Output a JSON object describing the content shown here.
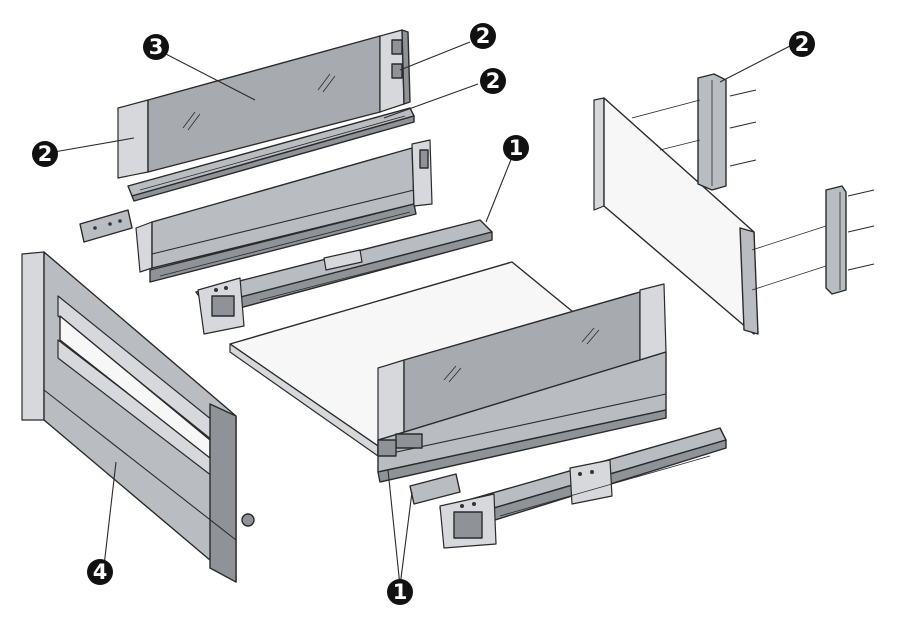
{
  "callouts": [
    {
      "id": "c1",
      "label": "2"
    },
    {
      "id": "c2",
      "label": "3"
    },
    {
      "id": "c3",
      "label": "2"
    },
    {
      "id": "c4",
      "label": "2"
    },
    {
      "id": "c5",
      "label": "1"
    },
    {
      "id": "c6",
      "label": "2"
    },
    {
      "id": "c7",
      "label": "4"
    },
    {
      "id": "c8",
      "label": "1"
    }
  ],
  "colors": {
    "callout_fill": "#111111",
    "metal": "#b9bcc1",
    "glass": "#a7aaae",
    "panel": "#f7f7f7",
    "outline": "#2b2b2b"
  }
}
